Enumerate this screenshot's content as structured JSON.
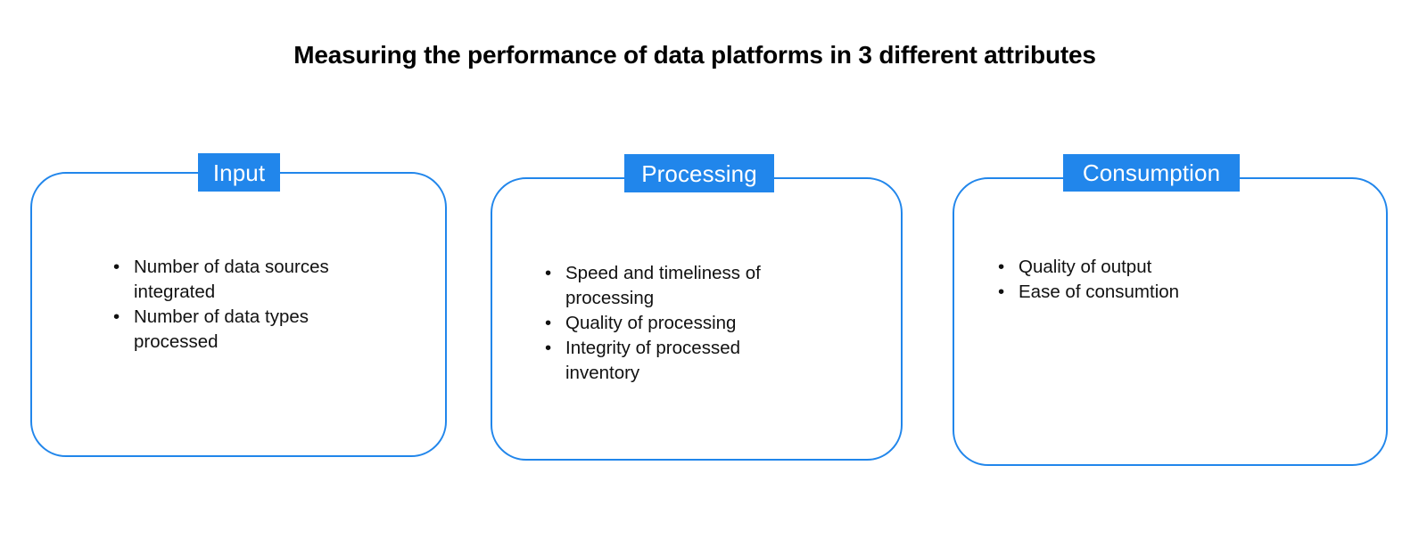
{
  "theme": {
    "accent_color": "#2186EB",
    "text_color": "#111111",
    "background_color": "#FFFFFF",
    "badge_text_color": "#FFFFFF"
  },
  "header": {
    "title": "Measuring the performance of data platforms in 3 different attributes"
  },
  "diagram": {
    "bullet_glyph": "•",
    "panels": [
      {
        "id": "input",
        "badge_label": "Input",
        "items": [
          "Number of data sources integrated",
          "Number of data types processed"
        ]
      },
      {
        "id": "processing",
        "badge_label": "Processing",
        "items": [
          "Speed and timeliness of processing",
          "Quality of processing",
          "Integrity of processed inventory"
        ]
      },
      {
        "id": "consumption",
        "badge_label": "Consumption",
        "items": [
          "Quality of output",
          "Ease of consumtion"
        ]
      }
    ]
  }
}
